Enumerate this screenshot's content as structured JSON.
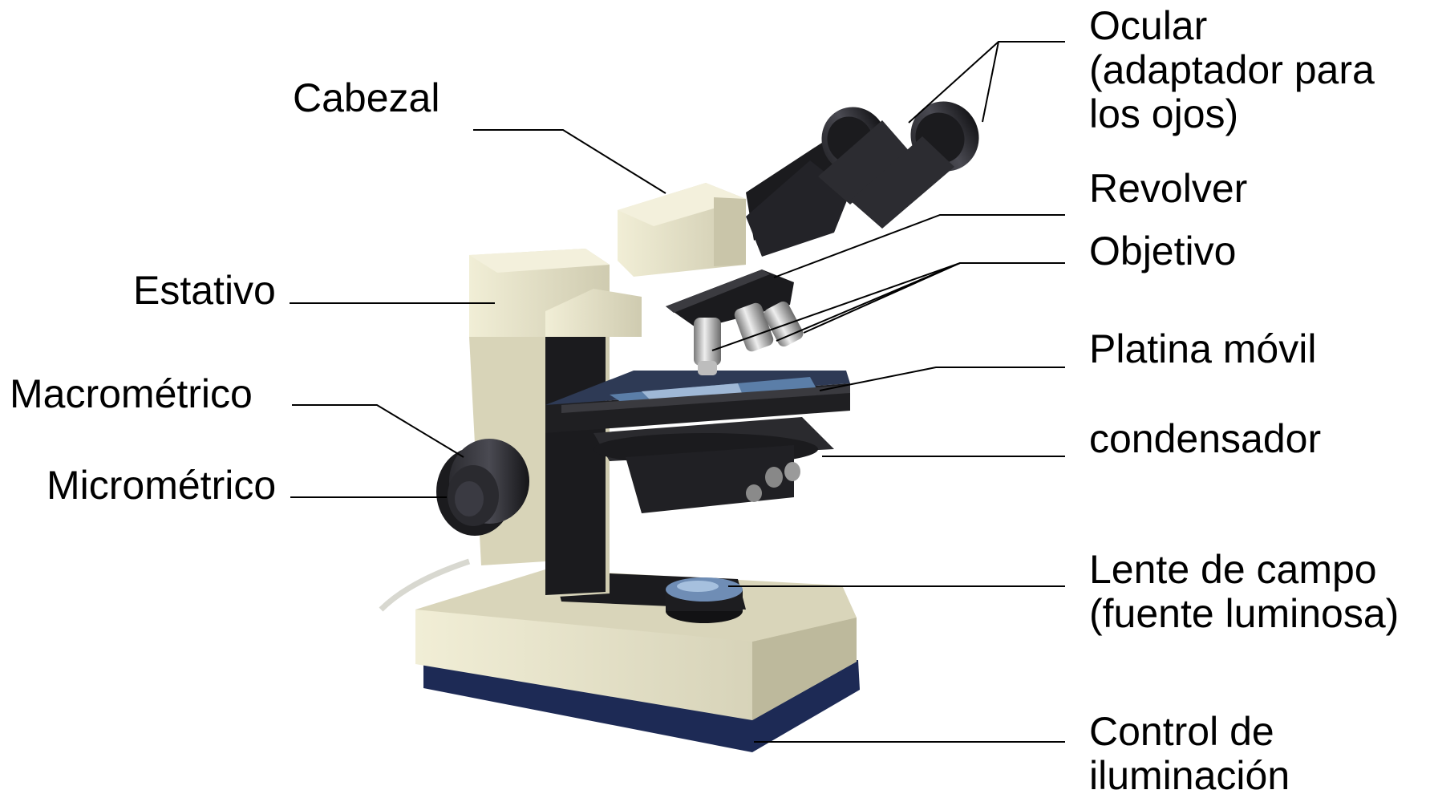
{
  "labels": {
    "ocular": [
      "Ocular",
      "(adaptador para",
      "los ojos)"
    ],
    "cabezal": [
      "Cabezal"
    ],
    "revolver": [
      "Revolver"
    ],
    "objetivo": [
      "Objetivo"
    ],
    "estativo": [
      "Estativo"
    ],
    "platina": [
      "Platina móvil"
    ],
    "macrometrico": [
      "Macrométrico"
    ],
    "condensador": [
      "condensador"
    ],
    "micrometrico": [
      "Micrométrico"
    ],
    "lente": [
      "Lente de campo",
      "(fuente luminosa)"
    ],
    "control": [
      "Control de",
      "iluminación"
    ]
  },
  "colors": {
    "background": "#ffffff",
    "body_beige": "#e6e2c6",
    "body_shadow": "#b9b596",
    "dark": "#1b1b1e",
    "base_blue": "#1d2a55",
    "stage_blue": "#5b7ea8",
    "leader_line": "#000000"
  }
}
